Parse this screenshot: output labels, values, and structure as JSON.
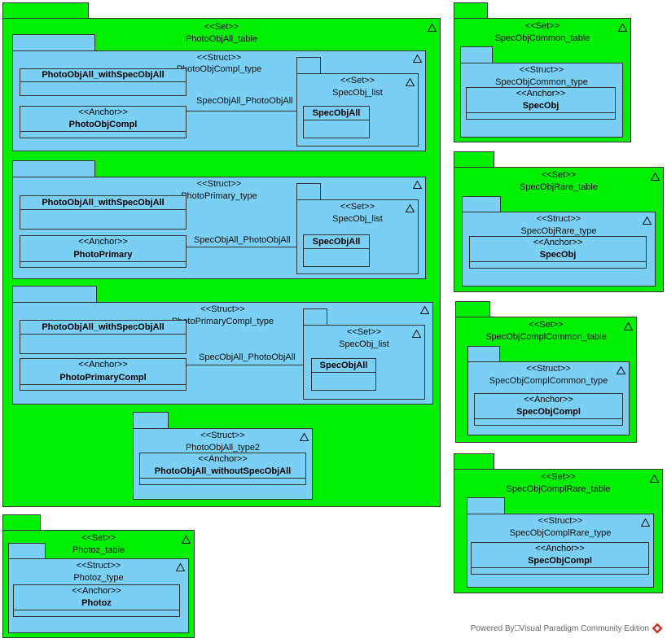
{
  "diagram": {
    "photoobjall_table": {
      "stereotype": "<<Set>>",
      "name": "PhotoObjAll_table",
      "photoobjcompl_type": {
        "stereotype": "<<Struct>>",
        "name": "PhotoObjCompl_type",
        "class_with": "PhotoObjAll_withSpecObjAll",
        "anchor_stereotype": "<<Anchor>>",
        "anchor_name": "PhotoObjCompl",
        "assoc_label": "SpecObjAll_PhotoObjAll",
        "list_stereotype": "<<Set>>",
        "list_name": "SpecObj_list",
        "list_class": "SpecObjAll"
      },
      "photoprimary_type": {
        "stereotype": "<<Struct>>",
        "name": "PhotoPrimary_type",
        "class_with": "PhotoObjAll_withSpecObjAll",
        "anchor_stereotype": "<<Anchor>>",
        "anchor_name": "PhotoPrimary",
        "assoc_label": "SpecObjAll_PhotoObjAll",
        "list_stereotype": "<<Set>>",
        "list_name": "SpecObj_list",
        "list_class": "SpecObjAll"
      },
      "photoprimarycompl_type": {
        "stereotype": "<<Struct>>",
        "name": "PhotoPrimaryCompl_type",
        "class_with": "PhotoObjAll_withSpecObjAll",
        "anchor_stereotype": "<<Anchor>>",
        "anchor_name": "PhotoPrimaryCompl",
        "assoc_label": "SpecObjAll_PhotoObjAll",
        "list_stereotype": "<<Set>>",
        "list_name": "SpecObj_list",
        "list_class": "SpecObjAll"
      },
      "photoobjall_type2": {
        "stereotype": "<<Struct>>",
        "name": "PhotoObjAll_type2",
        "anchor_stereotype": "<<Anchor>>",
        "anchor_name": "PhotoObjAll_withoutSpecObjAll"
      }
    },
    "photoz_table": {
      "stereotype": "<<Set>>",
      "name": "Photoz_table",
      "struct_stereotype": "<<Struct>>",
      "struct_name": "Photoz_type",
      "anchor_stereotype": "<<Anchor>>",
      "anchor_name": "Photoz"
    },
    "specobjcommon_table": {
      "stereotype": "<<Set>>",
      "name": "SpecObjCommon_table",
      "struct_stereotype": "<<Struct>>",
      "struct_name": "SpecObjCommon_type",
      "anchor_stereotype": "<<Anchor>>",
      "anchor_name": "SpecObj"
    },
    "specobjrare_table": {
      "stereotype": "<<Set>>",
      "name": "SpecObjRare_table",
      "struct_stereotype": "<<Struct>>",
      "struct_name": "SpecObjRare_type",
      "anchor_stereotype": "<<Anchor>>",
      "anchor_name": "SpecObj"
    },
    "specobjcomplcommon_table": {
      "stereotype": "<<Set>>",
      "name": "SpecObjComplCommon_table",
      "struct_stereotype": "<<Struct>>",
      "struct_name": "SpecObjComplCommon_type",
      "anchor_stereotype": "<<Anchor>>",
      "anchor_name": "SpecObjCompl"
    },
    "specobjcomplrare_table": {
      "stereotype": "<<Set>>",
      "name": "SpecObjComplRare_table",
      "struct_stereotype": "<<Struct>>",
      "struct_name": "SpecObjComplRare_type",
      "anchor_stereotype": "<<Anchor>>",
      "anchor_name": "SpecObjCompl"
    }
  },
  "footer": {
    "text": "Powered By⎕Visual Paradigm Community Edition"
  },
  "colors": {
    "package_green": "#00ee00",
    "struct_blue": "#79cff4",
    "border": "#333333"
  },
  "icons": {
    "package_corner": "triangle-icon",
    "brand": "visual-paradigm-logo-icon"
  }
}
